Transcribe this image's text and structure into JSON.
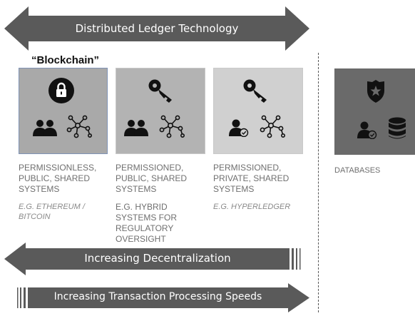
{
  "arrows": {
    "top_label": "Distributed Ledger Technology",
    "decentralization_label": "Increasing Decentralization",
    "speed_label": "Increasing Transaction Processing Speeds"
  },
  "blockchain_label": "“Blockchain”",
  "categories": [
    {
      "caption_lines": [
        "PERMISSIONLESS,",
        "PUBLIC, SHARED",
        "SYSTEMS"
      ],
      "example_lines": [
        "E.G. ETHEREUM /",
        "BITCOIN"
      ],
      "top_icon": "lock-icon",
      "icons": [
        "group-icon",
        "network-icon"
      ]
    },
    {
      "caption_lines": [
        "PERMISSIONED,",
        "PUBLIC, SHARED",
        "SYSTEMS"
      ],
      "example_lines": [
        "E.G. HYBRID",
        "SYSTEMS FOR",
        "REGULATORY",
        "OVERSIGHT"
      ],
      "top_icon": "key-icon",
      "icons": [
        "group-icon",
        "network-icon"
      ]
    },
    {
      "caption_lines": [
        "PERMISSIONED,",
        "PRIVATE, SHARED",
        "SYSTEMS"
      ],
      "example_lines": [
        "E.G. HYPERLEDGER"
      ],
      "top_icon": "key-icon",
      "icons": [
        "user-check-icon",
        "network-icon"
      ]
    },
    {
      "caption_lines": [
        "DATABASES"
      ],
      "example_lines": [],
      "top_icon": "shield-star-icon",
      "icons": [
        "user-check-icon",
        "database-icon"
      ]
    }
  ],
  "colors": {
    "arrow": "#5a5a5a",
    "box1": "#a9a9a9",
    "box2": "#b3b3b3",
    "box3": "#d0d0d0",
    "box4": "#6a6a6a"
  }
}
